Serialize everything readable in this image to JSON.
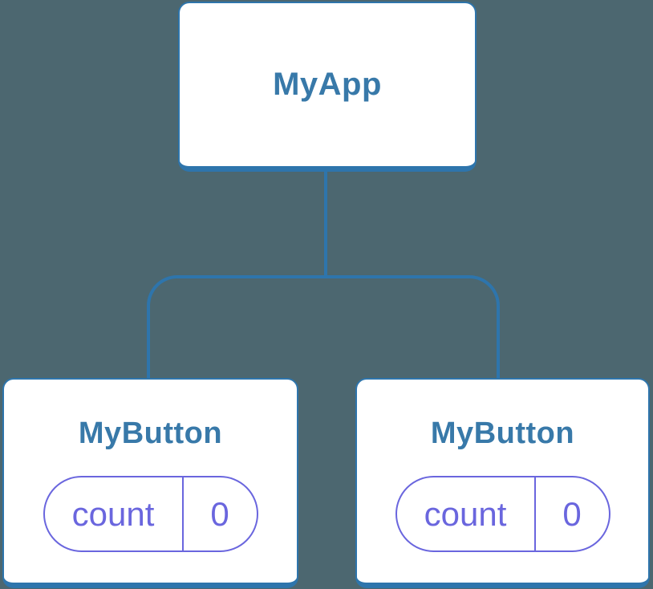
{
  "diagram": {
    "type": "component-tree",
    "background_color": "#4C6770",
    "colors": {
      "node_fill": "#FFFFFF",
      "node_border": "#2E75AC",
      "connector": "#2E75AC",
      "title_text": "#3879A9",
      "state_border": "#6A66DE",
      "state_text": "#6A66DE"
    },
    "root": {
      "label": "MyApp"
    },
    "children": [
      {
        "label": "MyButton",
        "state": {
          "key": "count",
          "value": "0"
        }
      },
      {
        "label": "MyButton",
        "state": {
          "key": "count",
          "value": "0"
        }
      }
    ]
  }
}
